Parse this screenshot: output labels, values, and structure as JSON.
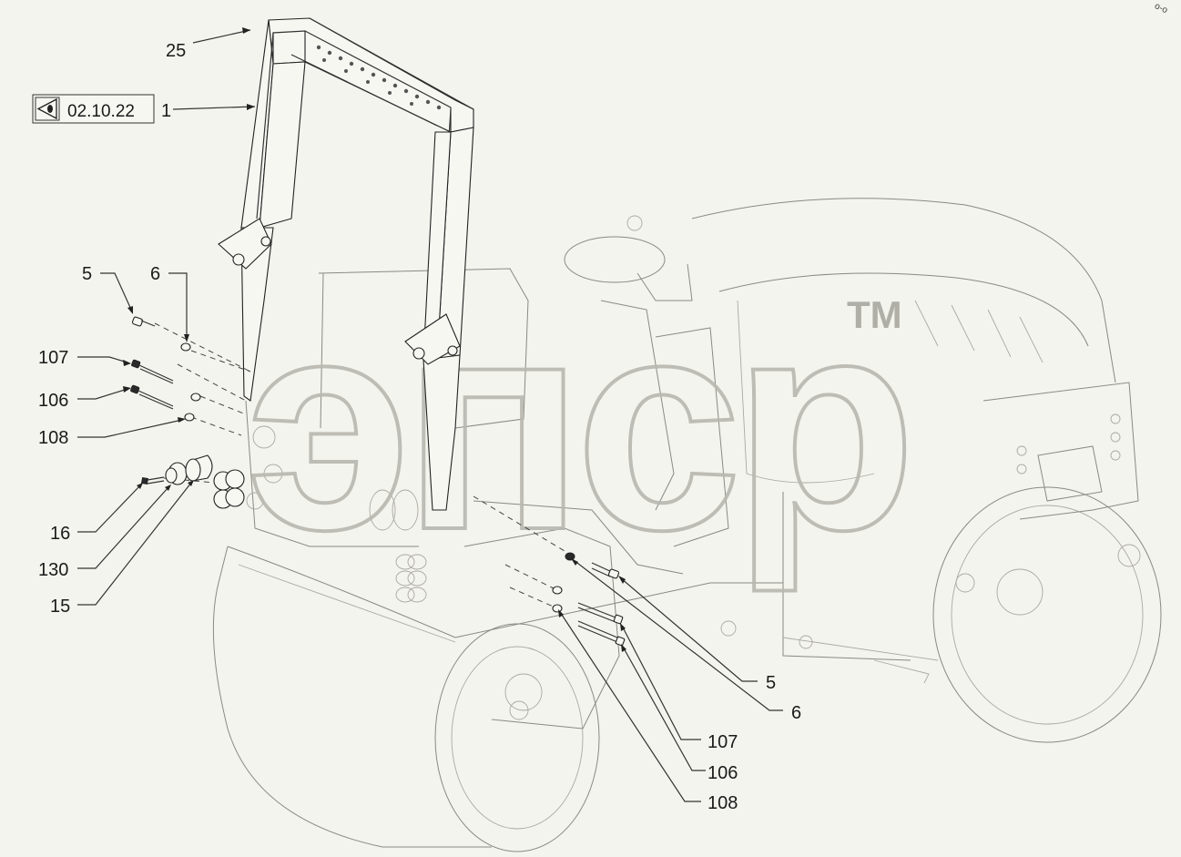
{
  "reference": {
    "code": "02.10.22",
    "icon": "eye-view-icon"
  },
  "watermark": {
    "logo_text": "эпср",
    "trademark": "TM"
  },
  "corner_marks": "o-o",
  "callouts_left": [
    {
      "id": "c25",
      "label": "25"
    },
    {
      "id": "c1",
      "label": "1"
    },
    {
      "id": "c5l",
      "label": "5"
    },
    {
      "id": "c6l",
      "label": "6"
    },
    {
      "id": "c107l",
      "label": "107"
    },
    {
      "id": "c106l",
      "label": "106"
    },
    {
      "id": "c108l",
      "label": "108"
    },
    {
      "id": "c16",
      "label": "16"
    },
    {
      "id": "c130",
      "label": "130"
    },
    {
      "id": "c15",
      "label": "15"
    }
  ],
  "callouts_right": [
    {
      "id": "c5r",
      "label": "5"
    },
    {
      "id": "c6r",
      "label": "6"
    },
    {
      "id": "c107r",
      "label": "107"
    },
    {
      "id": "c106r",
      "label": "106"
    },
    {
      "id": "c108r",
      "label": "108"
    }
  ]
}
